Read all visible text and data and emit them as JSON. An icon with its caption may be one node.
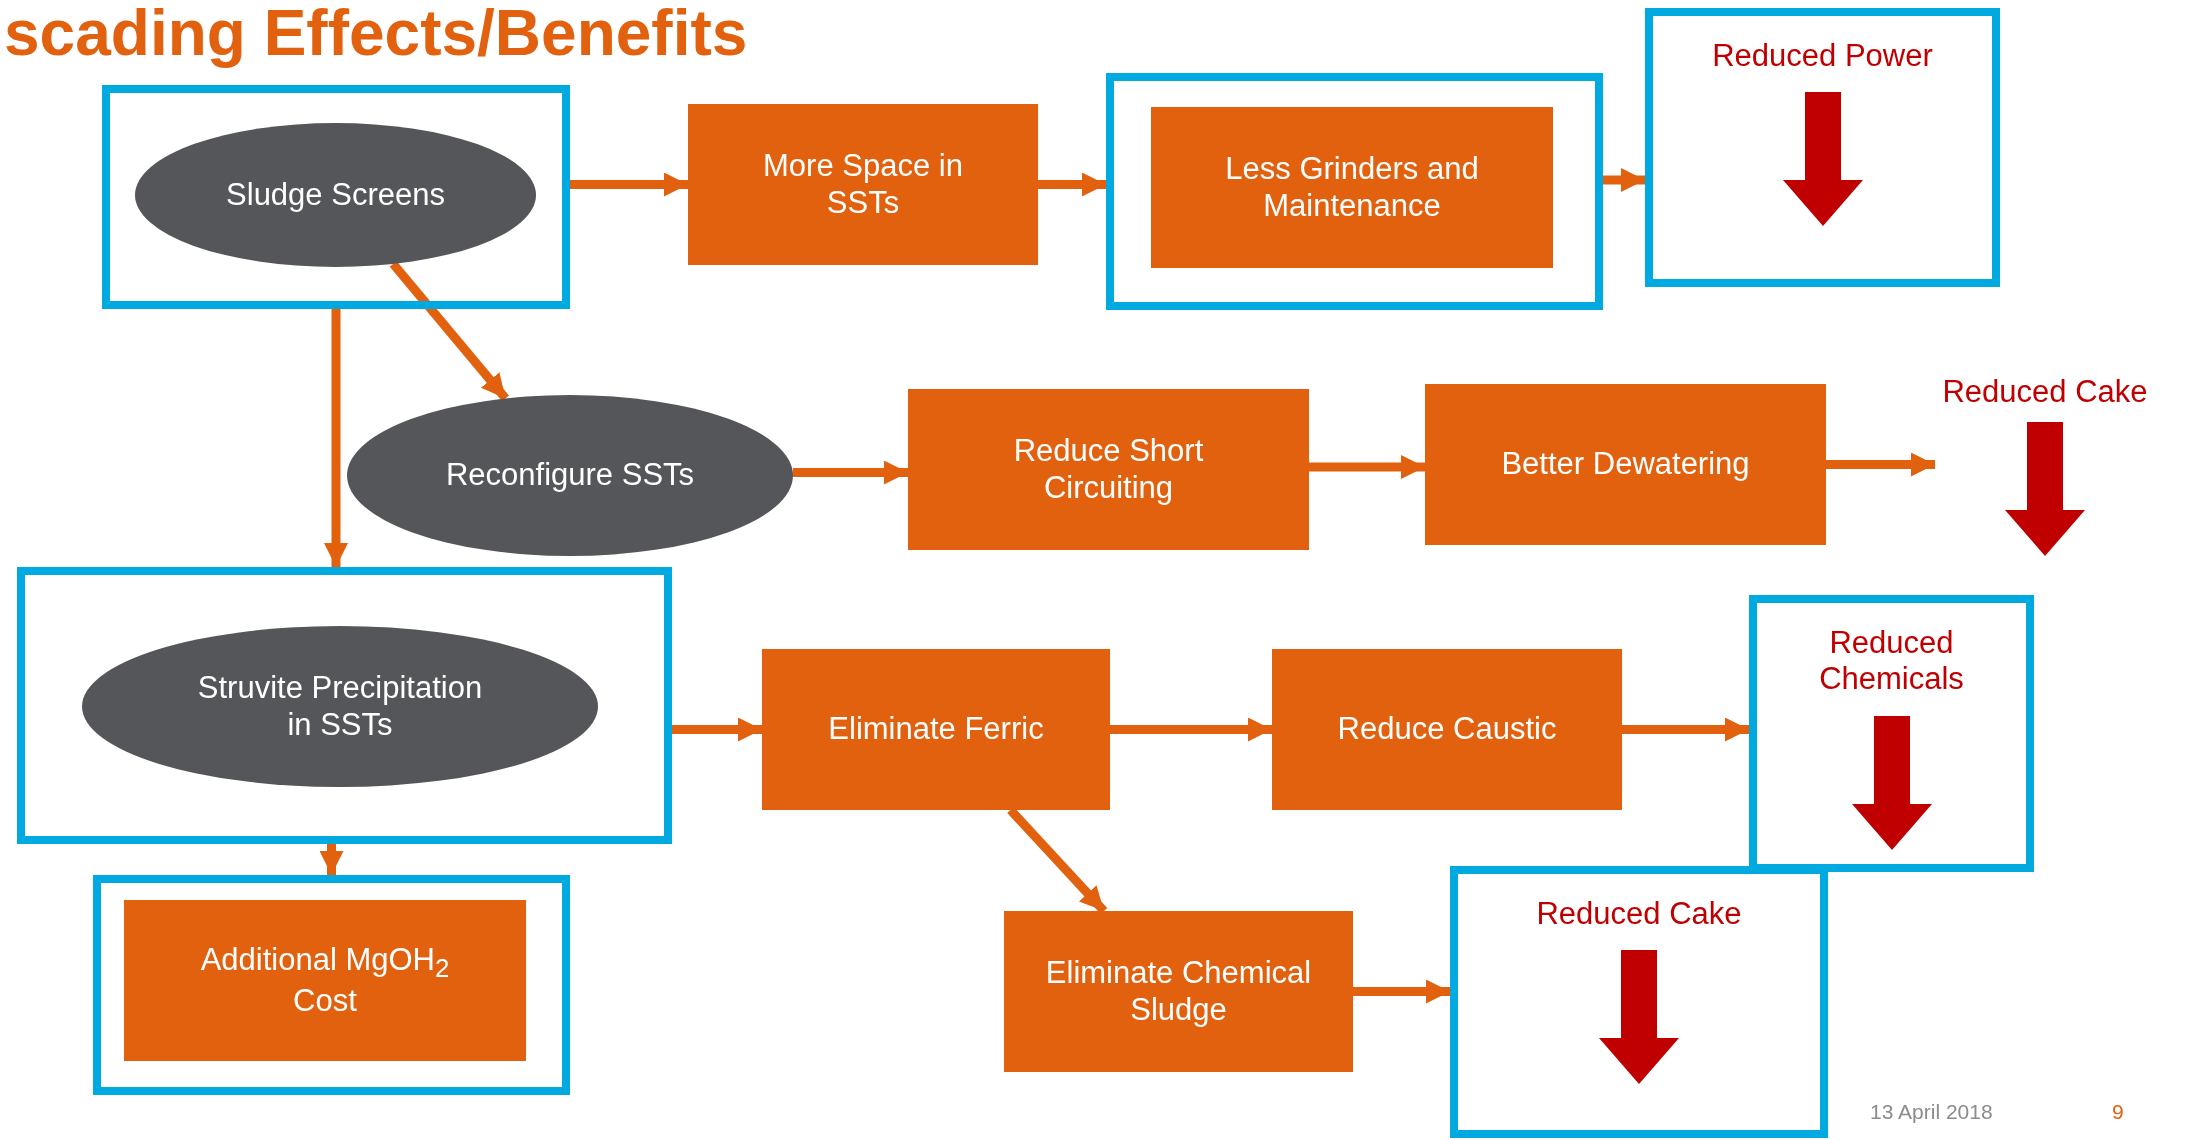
{
  "diagram": {
    "title": "scading Effects/Benefits",
    "nodes": [
      {
        "text": [],
        "shape": "box"
      },
      {
        "text": [
          "Sludge Screens"
        ],
        "in": 0
      },
      {
        "text": [
          "More Space in SSTs"
        ]
      },
      {
        "text": [],
        "shape": "box"
      },
      {
        "text": [
          "Less Grinders and Maintenance"
        ],
        "in": 3
      },
      {
        "text": [
          "Reduced Power"
        ]
      },
      {
        "text": [
          "Reconfigure SSTs"
        ]
      },
      {
        "text": [
          "Reduce Short Circuiting"
        ]
      },
      {
        "text": [
          "Better Dewatering"
        ]
      },
      {
        "text": [
          "Reduced Cake"
        ]
      },
      {
        "text": [],
        "shape": "box"
      },
      {
        "text": [
          "Struvite Precipitation in SSTs"
        ],
        "in": 10
      },
      {
        "text": [
          "Eliminate Ferric"
        ]
      },
      {
        "text": [
          "Reduce Caustic"
        ]
      },
      {
        "text": [
          "Reduced Chemicals"
        ]
      },
      {
        "text": [],
        "shape": "box"
      },
      {
        "text": [
          "Additional MgOH$_{2}$ Cost"
        ],
        "in": 15
      },
      {
        "text": [
          "Eliminate Chemical Sludge"
        ]
      },
      {
        "text": [
          "Reduced Cake"
        ]
      }
    ],
    "edges": [
      {
        "from": 0,
        "to": 2,
        "arrow": "to"
      },
      {
        "from": 2,
        "to": 3,
        "arrow": "to"
      },
      {
        "from": 1,
        "to": 6,
        "arrow": "to"
      },
      {
        "from": 3,
        "to": 5,
        "arrow": "to"
      },
      {
        "from": 0,
        "to": 10,
        "arrow": "to"
      },
      {
        "from": 6,
        "to": 7,
        "arrow": "to"
      },
      {
        "from": 7,
        "to": 8,
        "arrow": "to"
      },
      {
        "from": 8,
        "to": 9,
        "arrow": "to"
      },
      {
        "from": 10,
        "to": 12,
        "arrow": "to"
      },
      {
        "from": 12,
        "to": 13,
        "arrow": "to"
      },
      {
        "from": 13,
        "to": 14,
        "arrow": "to"
      },
      {
        "from": 10,
        "to": 15,
        "arrow": "to"
      },
      {
        "from": 12,
        "to": 17,
        "arrow": "to"
      },
      {
        "from": 17,
        "to": 18,
        "arrow": "to"
      }
    ],
    "labels": [
      "13 April 2018",
      "9"
    ]
  }
}
